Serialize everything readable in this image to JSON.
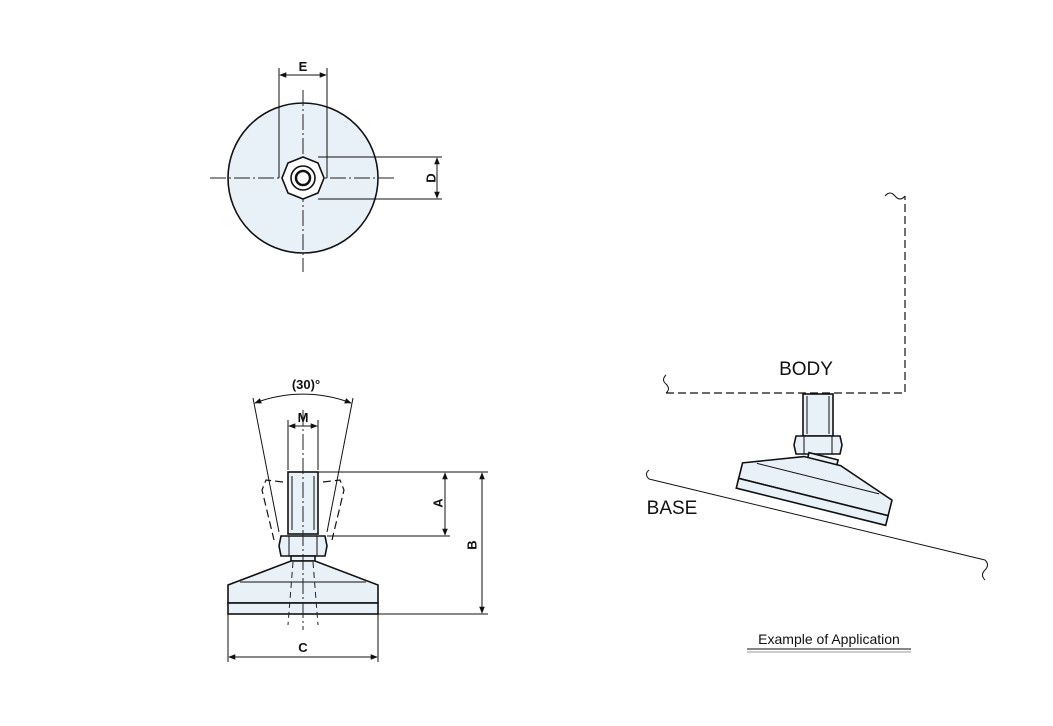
{
  "top_view": {
    "dim_e": "E",
    "dim_d": "D"
  },
  "side_view": {
    "angle": "(30)°",
    "dim_m": "M",
    "dim_a": "A",
    "dim_b": "B",
    "dim_c": "C"
  },
  "application": {
    "body_label": "BODY",
    "base_label": "BASE",
    "caption": "Example of Application"
  }
}
